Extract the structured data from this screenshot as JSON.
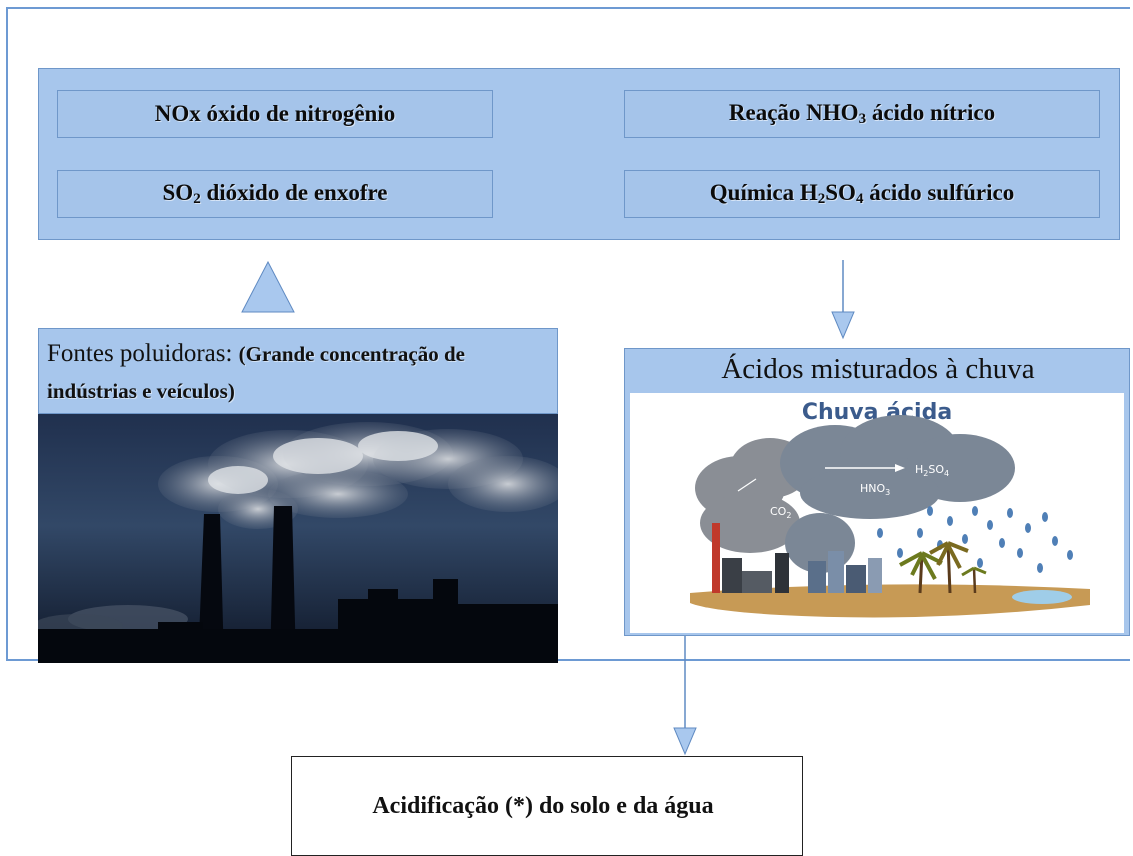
{
  "top_panel": {
    "nox_label": "NOx óxido de nitrogênio",
    "so2_prefix": "SO",
    "so2_sub": "2",
    "so2_suffix": " dióxido de enxofre",
    "reacao_prefix": "Reação NHO",
    "reacao_sub": "3",
    "reacao_suffix": " ácido nítrico",
    "quimica_prefix": "Química H",
    "quimica_sub1": "2",
    "quimica_mid": "SO",
    "quimica_sub2": "4",
    "quimica_suffix": " ácido sulfúrico"
  },
  "sources": {
    "label_plain": "Fontes poluidoras: ",
    "label_bold": "(Grande concentração de indústrias e veículos)"
  },
  "acid_rain": {
    "title": "Ácidos misturados à chuva",
    "image_title": "Chuva ácida",
    "h2so4_prefix": "H",
    "h2so4_sub1": "2",
    "h2so4_mid": "SO",
    "h2so4_sub2": "4",
    "hno3_prefix": "HNO",
    "hno3_sub": "3",
    "co2_prefix": "CO",
    "co2_sub": "2"
  },
  "result": {
    "label": "Acidificação (*) do solo e da água"
  },
  "colors": {
    "panel_fill": "#a7c6ec",
    "border_blue": "#6d9ad3",
    "arrow_fill": "#a9c8ee"
  }
}
